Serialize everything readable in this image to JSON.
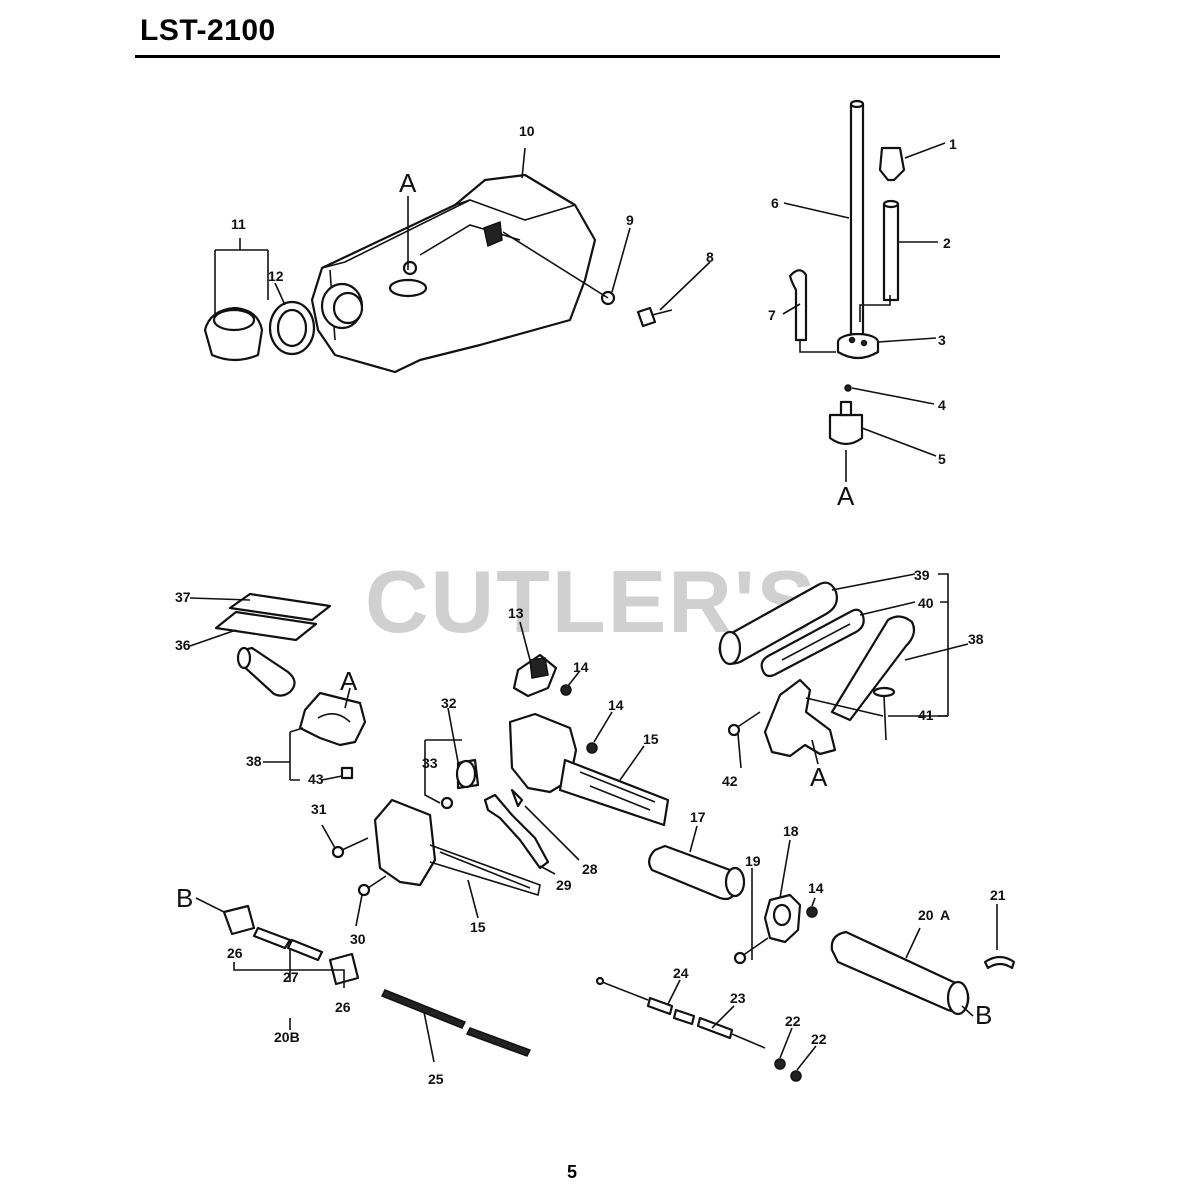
{
  "header": {
    "title": "LST-2100"
  },
  "watermark": "CUTLER'S",
  "footer": {
    "page_number": "5"
  },
  "labels": {
    "l1": "1",
    "l2": "2",
    "l3": "3",
    "l4": "4",
    "l5": "5",
    "l6": "6",
    "l7": "7",
    "l8": "8",
    "l9": "9",
    "l10": "10",
    "l11": "11",
    "l12": "12",
    "l13": "13",
    "l14a": "14",
    "l14b": "14",
    "l14c": "14",
    "l15a": "15",
    "l15b": "15",
    "l17": "17",
    "l18": "18",
    "l19": "19",
    "l20a": "20",
    "l20a_suffix": "A",
    "l20b": "20B",
    "l21": "21",
    "l22a": "22",
    "l22b": "22",
    "l23": "23",
    "l24": "24",
    "l25": "25",
    "l26a": "26",
    "l26b": "26",
    "l27": "27",
    "l28": "28",
    "l29": "29",
    "l30": "30",
    "l31": "31",
    "l32": "32",
    "l33": "33",
    "l36": "36",
    "l37": "37",
    "l38a": "38",
    "l38b": "38",
    "l39": "39",
    "l40": "40",
    "l41": "41",
    "l42": "42",
    "l43": "43",
    "refA1": "A",
    "refA2": "A",
    "refA3": "A",
    "refA4": "A",
    "refB1": "B",
    "refB2": "B"
  }
}
